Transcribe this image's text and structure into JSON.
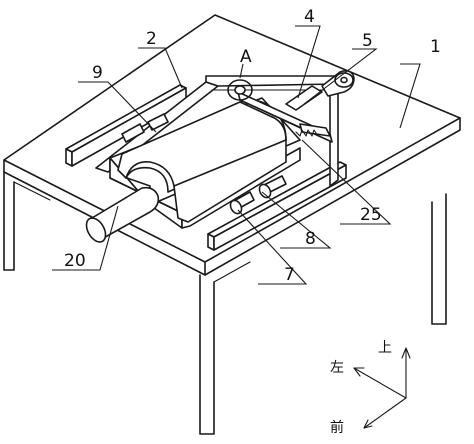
{
  "callouts": {
    "c1": "1",
    "c2": "2",
    "c4": "4",
    "c5": "5",
    "cA": "A",
    "c9": "9",
    "c25": "25",
    "c8": "8",
    "c7": "7",
    "c20": "20"
  },
  "directions": {
    "up": "上",
    "left": "左",
    "front": "前"
  }
}
